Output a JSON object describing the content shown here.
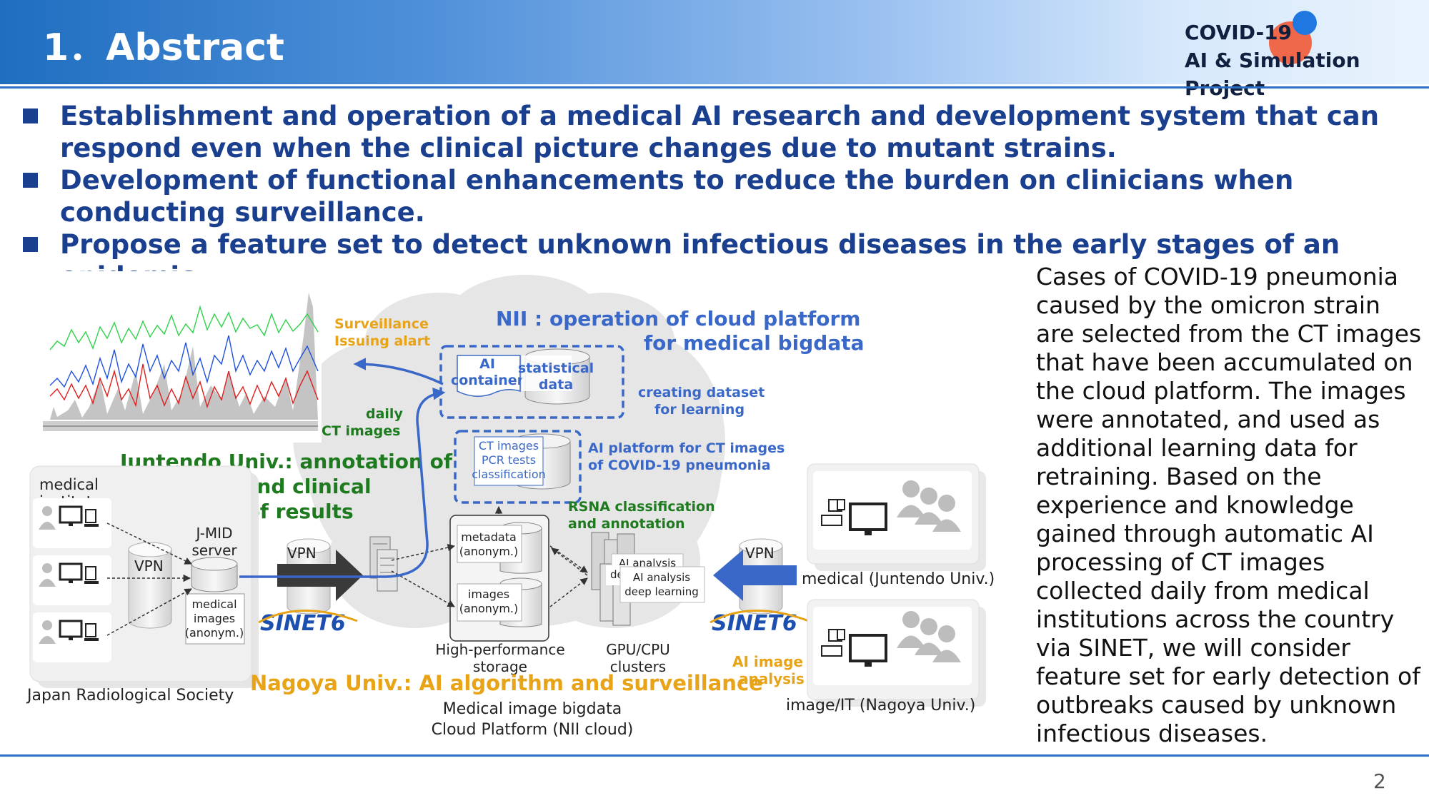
{
  "header": {
    "title": "1．Abstract",
    "project_line1": "COVID-19",
    "project_line2": "AI & Simulation Project"
  },
  "bullets": [
    "Establishment and operation of a medical AI research and development system that can respond even when the clinical picture changes due to mutant strains.",
    "Development of functional enhancements to reduce the burden on clinicians when conducting surveillance.",
    "Propose a feature set to detect unknown infectious diseases in the early stages of an epidemic."
  ],
  "description": "Cases of COVID-19 pneumonia caused by the omicron strain are selected from the CT images that have been accumulated on the cloud platform. The images were annotated, and used as additional learning data for retraining. Based on the experience and knowledge gained through automatic AI processing of CT images collected daily from medical institutions across the country via SINET, we will consider feature set for early detection of outbreaks caused by unknown infectious diseases.",
  "diagram": {
    "surveillance_line1": "Surveillance",
    "surveillance_line2": "Issuing alart",
    "daily_line1": "daily",
    "daily_line2": "CT images",
    "nii_line1": "NII : operation of cloud platform",
    "nii_line2": "for medical bigdata",
    "ai_container_line1": "AI",
    "ai_container_line2": "container",
    "statistical_line1": "statistical",
    "statistical_line2": "data",
    "creating_line1": "creating dataset",
    "creating_line2": "for learning",
    "ct_box_line1": "CT images",
    "ct_box_line2": "PCR tests",
    "ct_box_line3": "classification",
    "ai_platform_line1": "AI platform for CT images",
    "ai_platform_line2": "of COVID-19 pneumonia",
    "juntendo_line1": "Juntendo Univ.: annotation of",
    "juntendo_line2": "CT images and clinical",
    "juntendo_line3": "evaluation of results",
    "rsna_line1": "RSNA classification",
    "rsna_line2": "and annotation",
    "medical_inst_line1": "medical",
    "medical_inst_line2": "institutes",
    "jmid_line1": "J-MID",
    "jmid_line2": "server",
    "vpn": "VPN",
    "medical_images_line1": "medical",
    "medical_images_line2": "images",
    "medical_images_line3": "(anonym.)",
    "metadata_line1": "metadata",
    "metadata_line2": "(anonym.)",
    "images_line1": "images",
    "images_line2": "(anonym.)",
    "ai_analysis_back": "AI analysis",
    "ai_analysis_mid": "de",
    "ai_analysis_line1": "AI analysis",
    "ai_analysis_line2": "deep learning",
    "hps_line1": "High-performance",
    "hps_line2": "storage",
    "gpu_line1": "GPU/CPU",
    "gpu_line2": "clusters",
    "ai_image_line1": "AI image",
    "ai_image_line2": "analysis",
    "nagoya": "Nagoya Univ.: AI algorithm and surveillance",
    "jrs": "Japan Radiological Society",
    "cloud_line1": "Medical image bigdata",
    "cloud_line2": "Cloud Platform (NII cloud)",
    "medical_juntendo": "medical (Juntendo Univ.)",
    "image_it_nagoya": "image/IT (Nagoya Univ.)",
    "sinet_logo": "SINET6"
  },
  "colors": {
    "header_blue": "#1f6ec0",
    "bullet_blue": "#1a3f8f",
    "orange": "#e8a317",
    "green": "#1e7a1e",
    "diagram_blue": "#3a68c8"
  },
  "page_number": "2"
}
